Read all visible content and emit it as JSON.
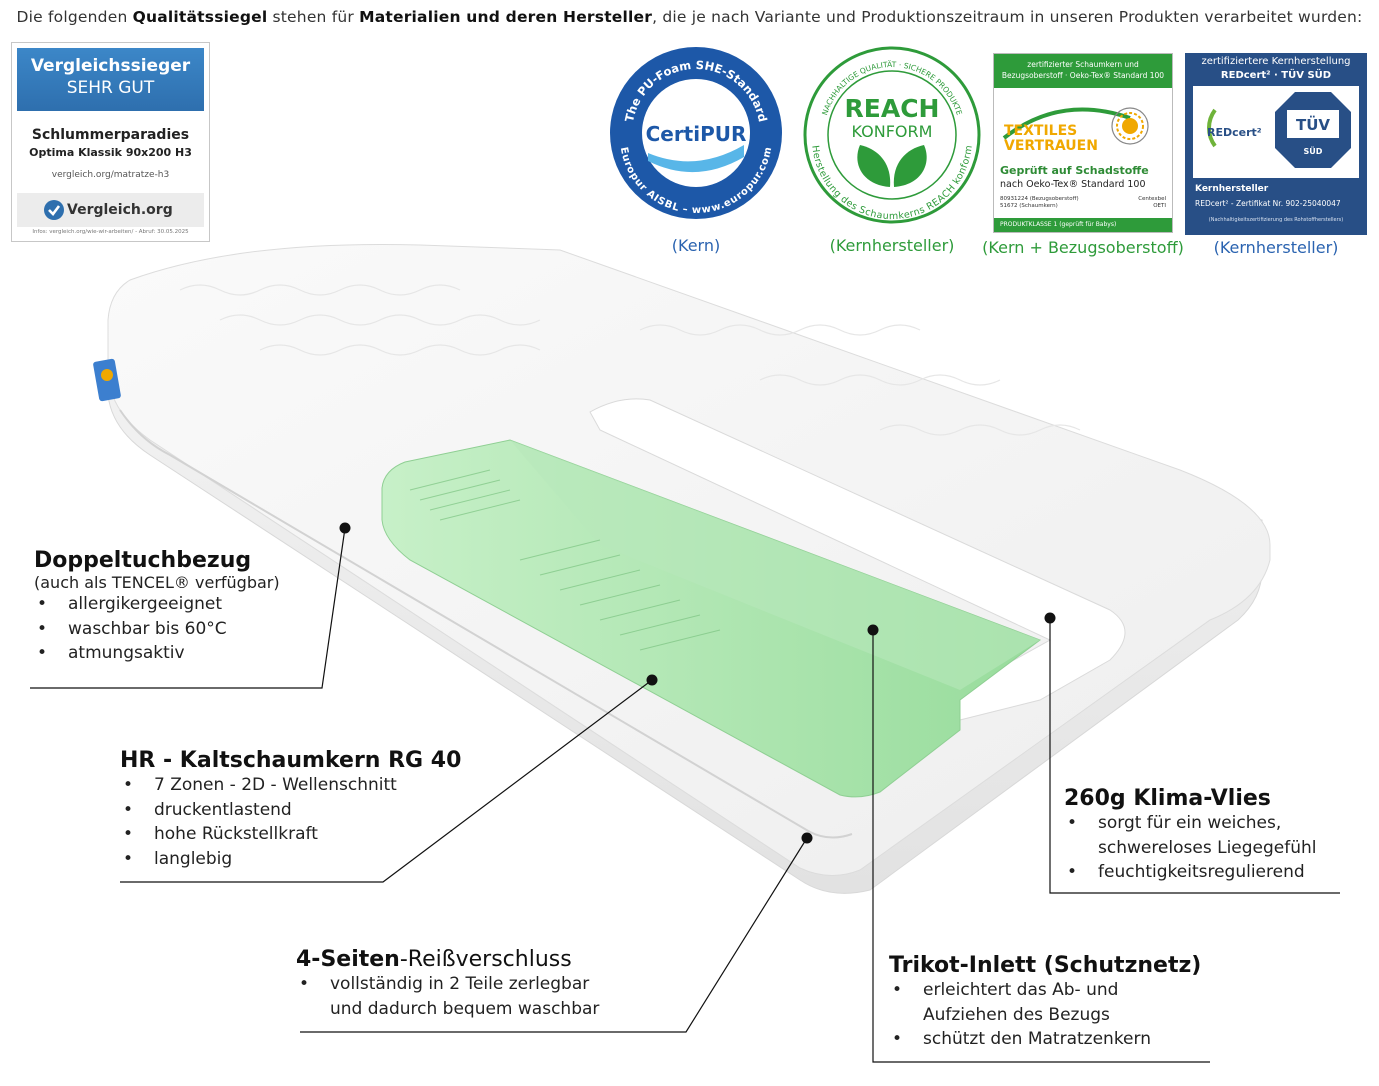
{
  "header": {
    "p1": "Die folgenden ",
    "b1": "Qualitätssiegel",
    "p2": " stehen für ",
    "b2": "Materialien und deren Hersteller",
    "p3": ", die je nach Variante und Produktionszeitraum in unseren Produkten verarbeitet wurden:"
  },
  "vergleich_badge": {
    "title": "Vergleichssieger",
    "rating": "SEHR GUT",
    "product_name": "Schlummerparadies",
    "product_model": "Optima Klassik 90x200 H3",
    "url": "vergleich.org/matratze-h3",
    "logo_text": "Vergleich.org",
    "footer": "Infos: vergleich.org/wie-wir-arbeiten/ - Abruf: 30.05.2025"
  },
  "seals": {
    "certipur": {
      "ring_top": "The PU-Foam SHE-Standard",
      "ring_bottom": "Europur AISBL – www.europur.com",
      "name": "CertiPUR",
      "caption": "(Kern)"
    },
    "reach": {
      "ring_top": "NACHHALTIGE QUALITÄT · SICHERE PRODUKTE",
      "ring_bottom": "Herstellung des Schaumkerns REACH konform",
      "line1": "REACH",
      "line2": "KONFORM",
      "caption": "(Kernhersteller)"
    },
    "oekotex": {
      "top_line1": "zertifizierter Schaumkern und",
      "top_line2": "Bezugsoberstoff · Oeko-Tex® Standard 100",
      "line1": "TEXTILES",
      "line2": "VERTRAUEN",
      "tested": "Geprüft auf Schadstoffe",
      "standard": "nach Oeko-Tex® Standard 100",
      "num1": "80931224  (Bezugsoberstoff)",
      "inst1": "Centexbel",
      "num2": "51672  (Schaumkern)",
      "inst2": "OETI",
      "class": "PRODUKTKLASSE 1 (geprüft für Babys)",
      "caption": "(Kern + Bezugsoberstoff)"
    },
    "redcert": {
      "top_line1": "zertifiziertere Kernherstellung",
      "top_line2": "REDcert² · TÜV SÜD",
      "red_logo": "REDcert²",
      "tuv_line1": "TÜV",
      "tuv_line2": "SÜD",
      "kern": "Kernhersteller",
      "zert": "REDcert² - Zertifikat Nr. 902-25040047",
      "note": "(Nachhaltigkeitszertifizierung des Rohstoffherstellers)",
      "caption": "(Kernhersteller)"
    }
  },
  "callouts": {
    "doppeltuch": {
      "title": "Doppeltuchbezug",
      "subtitle": "(auch als TENCEL® verfügbar)",
      "items": [
        "allergikergeeignet",
        "waschbar bis 60°C",
        "atmungsaktiv"
      ]
    },
    "kern": {
      "title": "HR - Kaltschaumkern RG 40",
      "items": [
        "7 Zonen - 2D - Wellenschnitt",
        "druckentlastend",
        "hohe Rückstellkraft",
        "langlebig"
      ]
    },
    "zip": {
      "title_bold": "4-Seiten",
      "title_rest": "-Reißverschluss",
      "items": [
        "vollständig in 2 Teile zerlegbar",
        "und dadurch bequem waschbar"
      ]
    },
    "vlies": {
      "title": "260g Klima-Vlies",
      "items": [
        "sorgt für ein weiches,",
        "schwereloses Liegegefühl",
        "feuchtigkeitsregulierend"
      ]
    },
    "trikot": {
      "title": "Trikot-Inlett (Schutznetz)",
      "items": [
        "erleichtert das Ab- und",
        "Aufziehen des Bezugs",
        "schützt den Matratzenkern"
      ]
    }
  }
}
